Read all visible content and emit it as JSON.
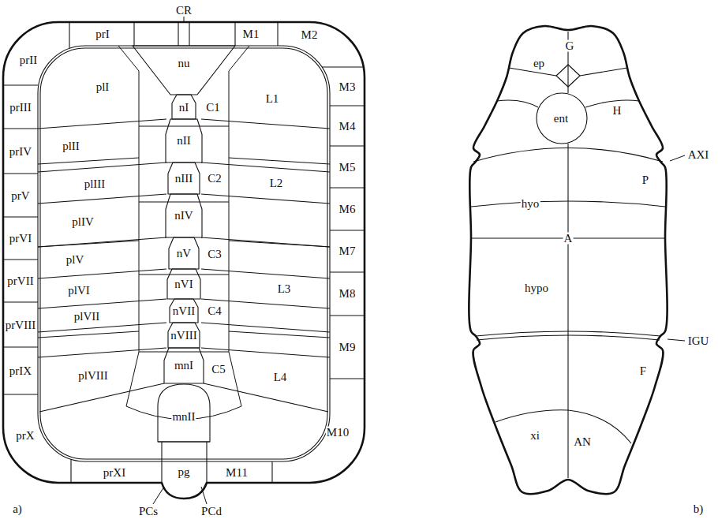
{
  "diagram": {
    "labels": [
      "CR",
      "prI",
      "prII",
      "prIII",
      "prIV",
      "prV",
      "prVI",
      "prVII",
      "prVIII",
      "prIX",
      "prX",
      "prXI",
      "M1",
      "M2",
      "M3",
      "M4",
      "M5",
      "M6",
      "M7",
      "M8",
      "M9",
      "M10",
      "M11",
      "nu",
      "C1",
      "C2",
      "C3",
      "C4",
      "C5",
      "L1",
      "L2",
      "L3",
      "L4",
      "nI",
      "nII",
      "nIII",
      "nIV",
      "nV",
      "nVI",
      "nVII",
      "nVIII",
      "plI",
      "plII",
      "plIII",
      "plIV",
      "plV",
      "plVI",
      "plVII",
      "plVIII",
      "mnI",
      "mnII",
      "pg",
      "PCs",
      "PCd",
      "a)",
      "ep",
      "G",
      "ent",
      "H",
      "AXI",
      "P",
      "hyo",
      "A",
      "hypo",
      "IGU",
      "F",
      "xi",
      "AN",
      "b)"
    ]
  }
}
